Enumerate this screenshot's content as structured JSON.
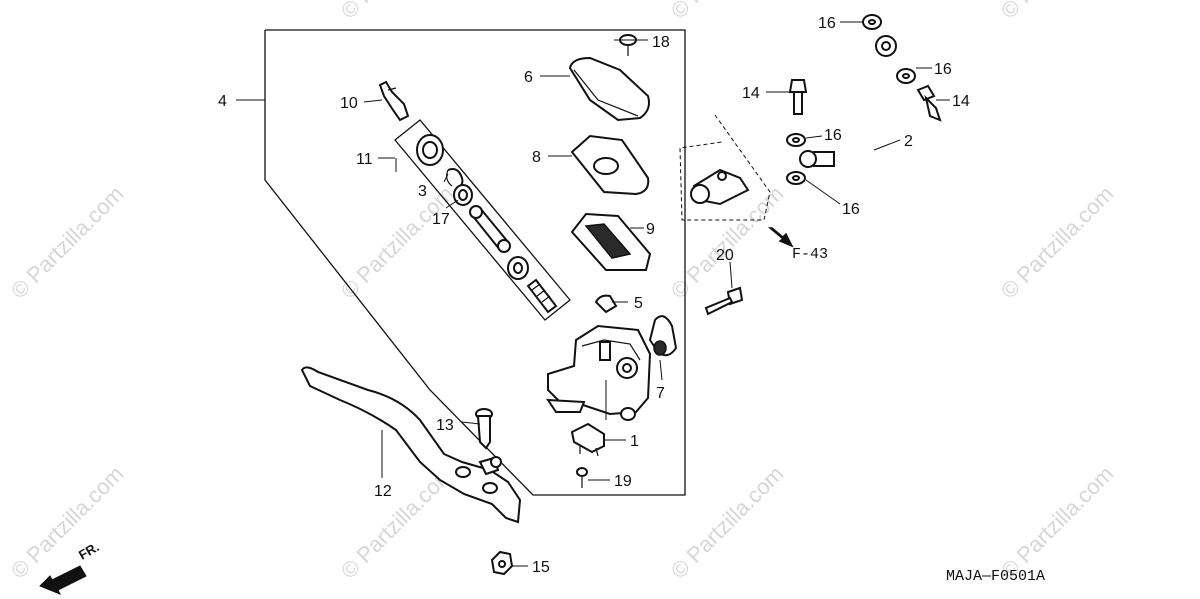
{
  "watermark": {
    "text": "© Partzilla.com"
  },
  "callouts": [
    {
      "id": "c1",
      "label": "1"
    },
    {
      "id": "c2",
      "label": "2"
    },
    {
      "id": "c3",
      "label": "3"
    },
    {
      "id": "c4",
      "label": "4"
    },
    {
      "id": "c5",
      "label": "5"
    },
    {
      "id": "c6",
      "label": "6"
    },
    {
      "id": "c7",
      "label": "7"
    },
    {
      "id": "c8",
      "label": "8"
    },
    {
      "id": "c9",
      "label": "9"
    },
    {
      "id": "c10",
      "label": "10"
    },
    {
      "id": "c11",
      "label": "11"
    },
    {
      "id": "c12",
      "label": "12"
    },
    {
      "id": "c13",
      "label": "13"
    },
    {
      "id": "c14a",
      "label": "14"
    },
    {
      "id": "c14b",
      "label": "14"
    },
    {
      "id": "c15",
      "label": "15"
    },
    {
      "id": "c16a",
      "label": "16"
    },
    {
      "id": "c16b",
      "label": "16"
    },
    {
      "id": "c16c",
      "label": "16"
    },
    {
      "id": "c16d",
      "label": "16"
    },
    {
      "id": "c17",
      "label": "17"
    },
    {
      "id": "c18",
      "label": "18"
    },
    {
      "id": "c19",
      "label": "19"
    },
    {
      "id": "c20",
      "label": "20"
    }
  ],
  "reference": {
    "label": "F-43"
  },
  "direction": {
    "label": "FR."
  },
  "diagram_code": "MAJA—F0501A"
}
